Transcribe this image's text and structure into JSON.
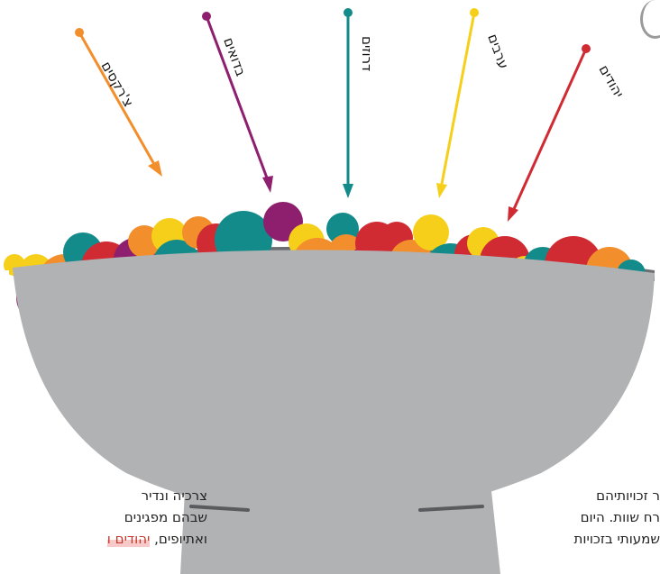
{
  "groups": [
    {
      "label": "צ'רקסים",
      "color": "#f28e2b"
    },
    {
      "label": "בדואים",
      "color": "#8e1f6e"
    },
    {
      "label": "דרוזים",
      "color": "#148b8b"
    },
    {
      "label": "ערבים",
      "color": "#f6cf1a"
    },
    {
      "label": "יהודים",
      "color": "#d02a33"
    }
  ],
  "bowl_color": "#b1b2b4",
  "text_left": {
    "line1": "צרכיה ונדיר",
    "line2": "שבהם מפגינים",
    "line3_start": "ואתיופים, ",
    "line3_highlight": "יהודים ו"
  },
  "text_right": {
    "line1": "ר זכויותיהם",
    "line2": "רח שוות. היום",
    "line3": "שמעותי בזכויות"
  }
}
